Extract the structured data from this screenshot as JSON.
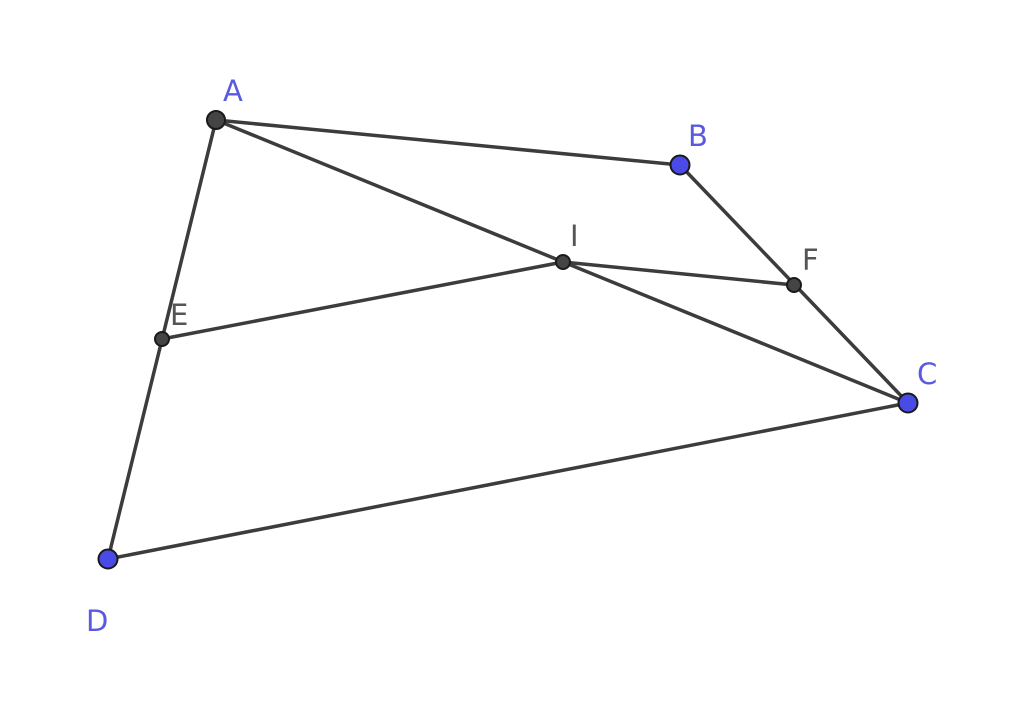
{
  "colors": {
    "free_point": "#4a4ae6",
    "dependent_point": "#444444",
    "free_label": "#5a5ae0",
    "dependent_label": "#555555",
    "segment": "#3c3c3c"
  },
  "points": {
    "A": {
      "label": "A",
      "kind": "free-dark"
    },
    "B": {
      "label": "B",
      "kind": "free"
    },
    "C": {
      "label": "C",
      "kind": "free"
    },
    "D": {
      "label": "D",
      "kind": "free"
    },
    "E": {
      "label": "E",
      "kind": "dependent"
    },
    "F": {
      "label": "F",
      "kind": "dependent"
    },
    "I": {
      "label": "I",
      "kind": "dependent"
    }
  },
  "segments": [
    [
      "A",
      "B"
    ],
    [
      "B",
      "C"
    ],
    [
      "C",
      "D"
    ],
    [
      "D",
      "A"
    ],
    [
      "A",
      "C"
    ],
    [
      "E",
      "I"
    ],
    [
      "I",
      "F"
    ]
  ]
}
